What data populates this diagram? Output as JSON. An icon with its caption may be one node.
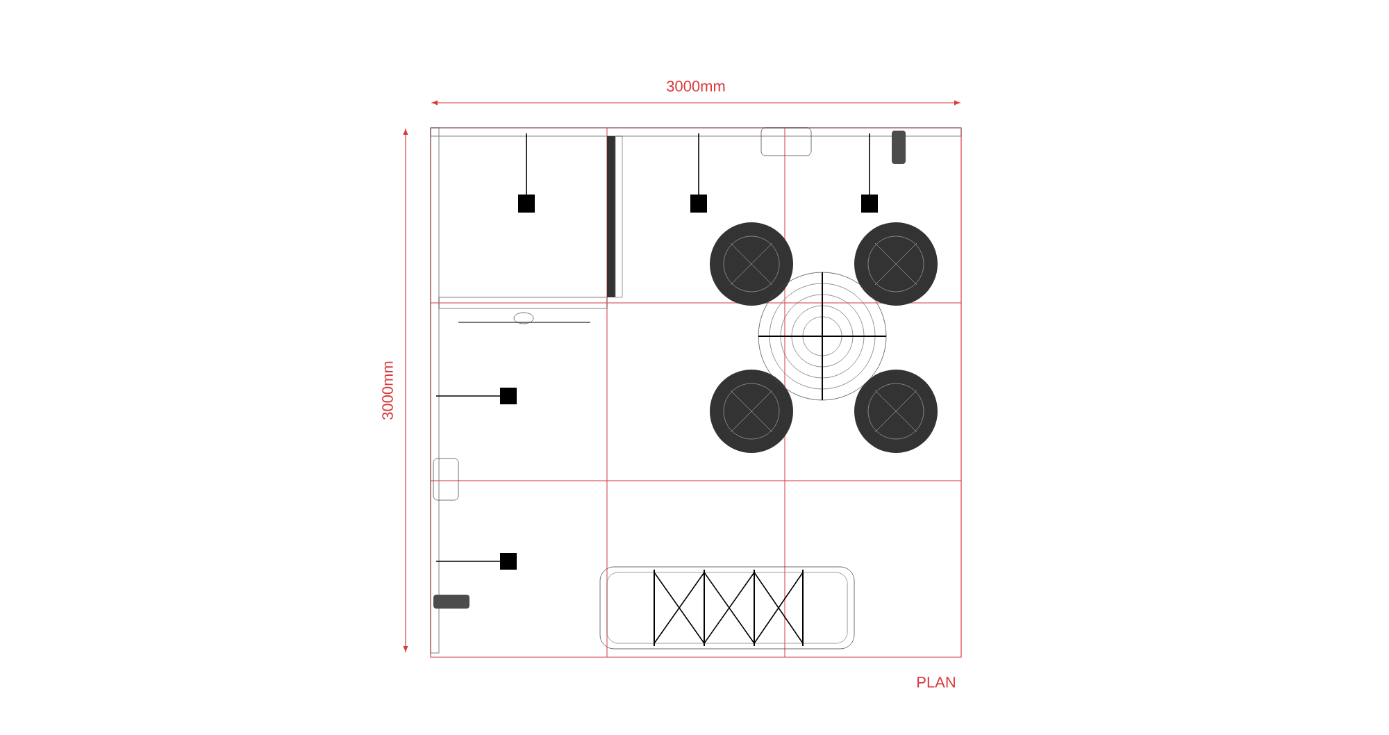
{
  "diagram": {
    "labels": [
      "3000mm",
      "3000mm",
      "PLAN"
    ]
  }
}
